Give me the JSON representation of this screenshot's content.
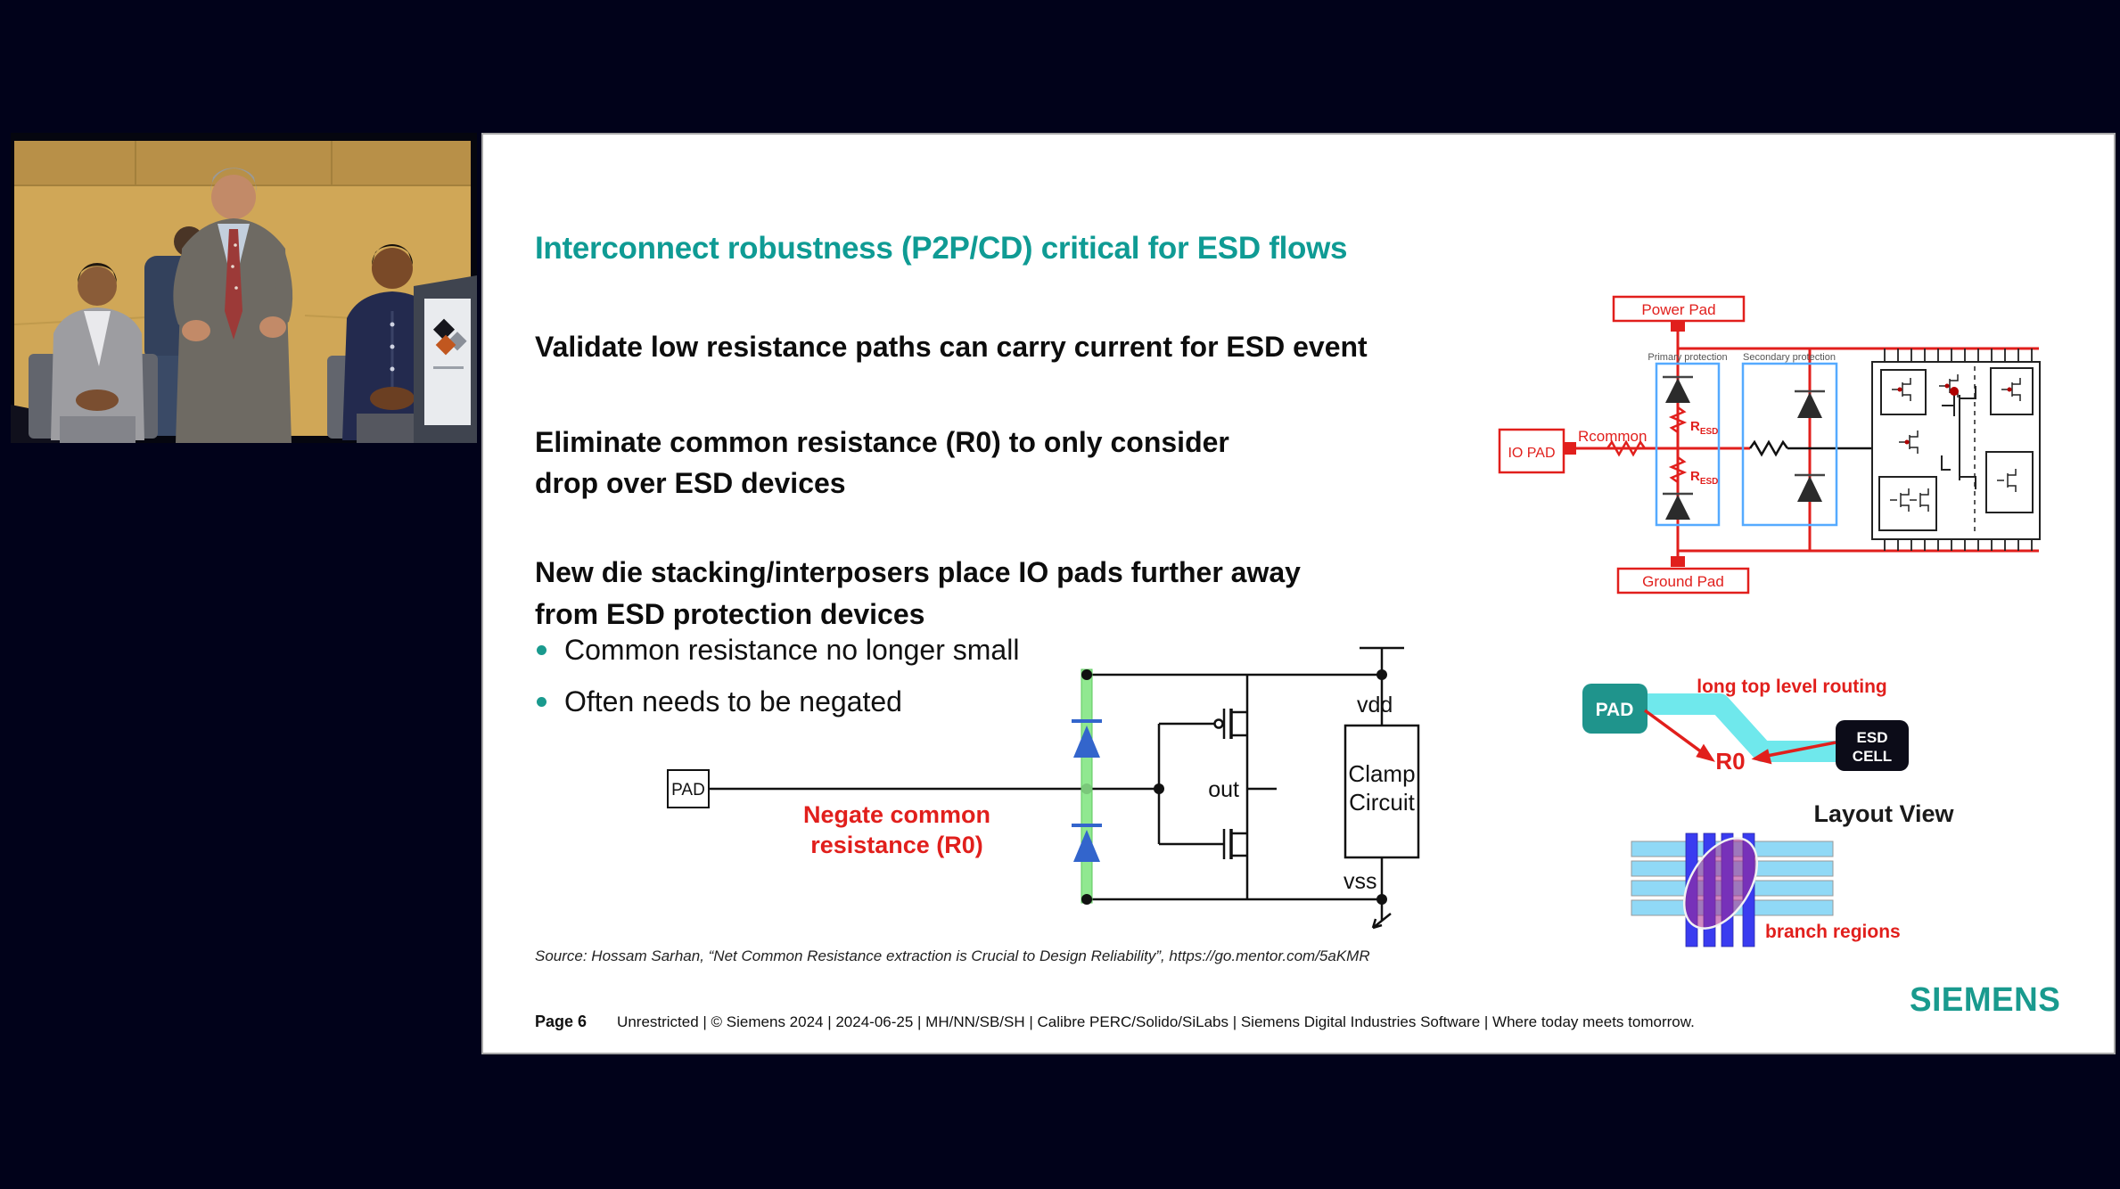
{
  "colors": {
    "page_bg": "#01021a",
    "slide_bg": "#ffffff",
    "title_teal": "#0f9b94",
    "accent_red": "#e11f1c",
    "siemens_teal": "#199a8e",
    "highlight_green": "#90e890",
    "diode_blue": "#3365cc",
    "routing_cyan": "#6fe8ec",
    "layout_blue": "#3a3cf0",
    "layout_cyan": "#90d9f6"
  },
  "slide": {
    "title": "Interconnect robustness (P2P/CD) critical for ESD flows",
    "p1": "Validate low resistance paths can carry current for ESD event",
    "p2_line1": "Eliminate common resistance (R0) to only consider",
    "p2_line2": "drop over ESD devices",
    "p3_line1": "New die stacking/interposers place IO pads further away",
    "p3_line2": "from ESD protection devices",
    "bullets": [
      "Common resistance no longer small",
      "Often needs to be negated"
    ],
    "circuit": {
      "pad": "PAD",
      "negate1": "Negate common",
      "negate2": "resistance (R0)",
      "vdd": "vdd",
      "vss": "vss",
      "out": "out",
      "clamp1": "Clamp",
      "clamp2": "Circuit"
    },
    "esd": {
      "power_pad": "Power Pad",
      "ground_pad": "Ground Pad",
      "io_pad": "IO PAD",
      "rcommon": "Rcommon",
      "r": "R",
      "esd_sub": "ESD",
      "primary": "Primary protection",
      "secondary": "Secondary protection"
    },
    "routing": {
      "pad": "PAD",
      "label": "long top level routing",
      "r0": "R0",
      "esd1": "ESD",
      "esd2": "CELL"
    },
    "layout": {
      "title": "Layout View",
      "branch": "branch regions"
    },
    "source": "Source:  Hossam Sarhan, “Net Common Resistance extraction is Crucial to Design Reliability”, https://go.mentor.com/5aKMR",
    "footer_page": "Page 6",
    "footer_text": "Unrestricted | © Siemens 2024 | 2024-06-25 | MH/NN/SB/SH | Calibre PERC/Solido/SiLabs | Siemens Digital Industries Software | Where today meets tomorrow.",
    "logo": "SIEMENS"
  }
}
